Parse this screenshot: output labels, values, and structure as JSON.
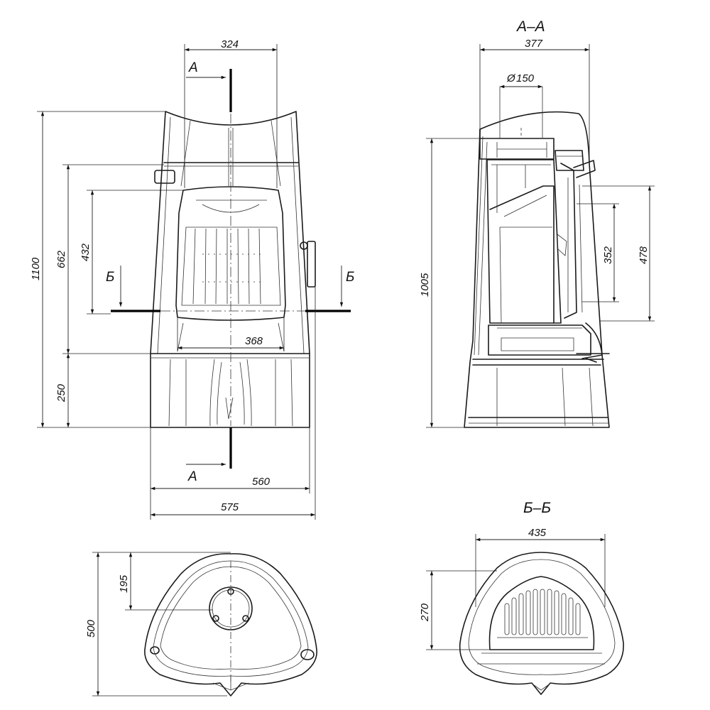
{
  "drawing": {
    "front": {
      "dims": {
        "top_width": "324",
        "height_total": "1100",
        "height_662": "662",
        "height_432": "432",
        "height_250": "250",
        "door_width": "368",
        "base_width": "560",
        "overall_width": "575"
      },
      "cut_a_top": "А",
      "cut_a_bottom": "А",
      "cut_b_left": "Б",
      "cut_b_right": "Б"
    },
    "section_aa": {
      "title": "А–А",
      "dims": {
        "width": "377",
        "flue": "150",
        "height": "1005",
        "door_352": "352",
        "door_478": "478"
      }
    },
    "top_view": {
      "dims": {
        "offset": "195",
        "depth": "500"
      }
    },
    "section_bb": {
      "title": "Б–Б",
      "dims": {
        "width": "435",
        "depth": "270"
      }
    }
  }
}
